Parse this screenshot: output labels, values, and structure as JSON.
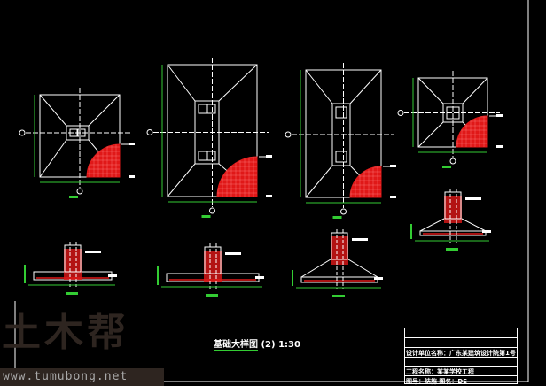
{
  "drawing": {
    "title_main": "基础大样图",
    "title_suffix": "(2) 1:30",
    "colors": {
      "background": "#000000",
      "line": "#ffffff",
      "dimension": "#33cc33",
      "hatch": "#e01818"
    }
  },
  "title_block": {
    "design_unit": "设计单位名称：广东某建筑设计院第1号",
    "project": "工程名称：某某学校工程",
    "drawing_no": "图号：结施 图名：DS"
  },
  "watermark": {
    "logo": "土木帮",
    "url": "www.tumubong.net"
  }
}
